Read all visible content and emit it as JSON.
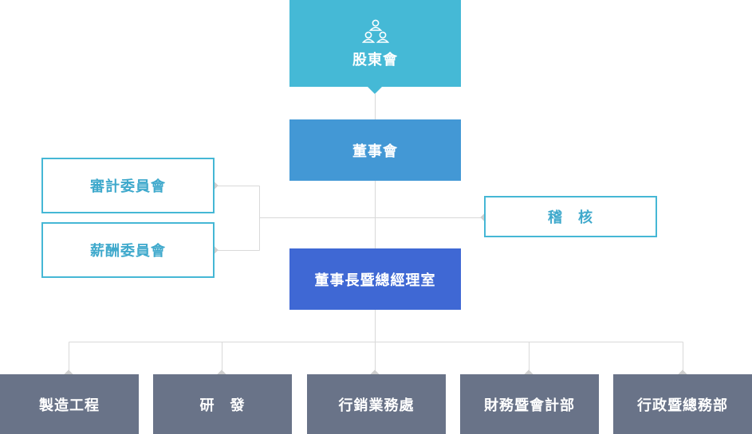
{
  "org": {
    "shareholders": "股東會",
    "board": "董事會",
    "chairman_office": "董事長暨總經理室",
    "audit_committee": "審計委員會",
    "compensation_committee": "薪酬委員會",
    "internal_audit": "稽　核",
    "departments": [
      "製造工程",
      "研　發",
      "行銷業務處",
      "財務暨會計部",
      "行政暨總務部"
    ]
  },
  "icons": {
    "shareholders_icon": "people-group-icon"
  },
  "colors": {
    "shareholders": "#45b9d6",
    "board": "#4398d5",
    "chairman_office": "#3f68d4",
    "committee_border": "#45b7d5",
    "department": "#697388",
    "connector": "#d8d8d8"
  }
}
